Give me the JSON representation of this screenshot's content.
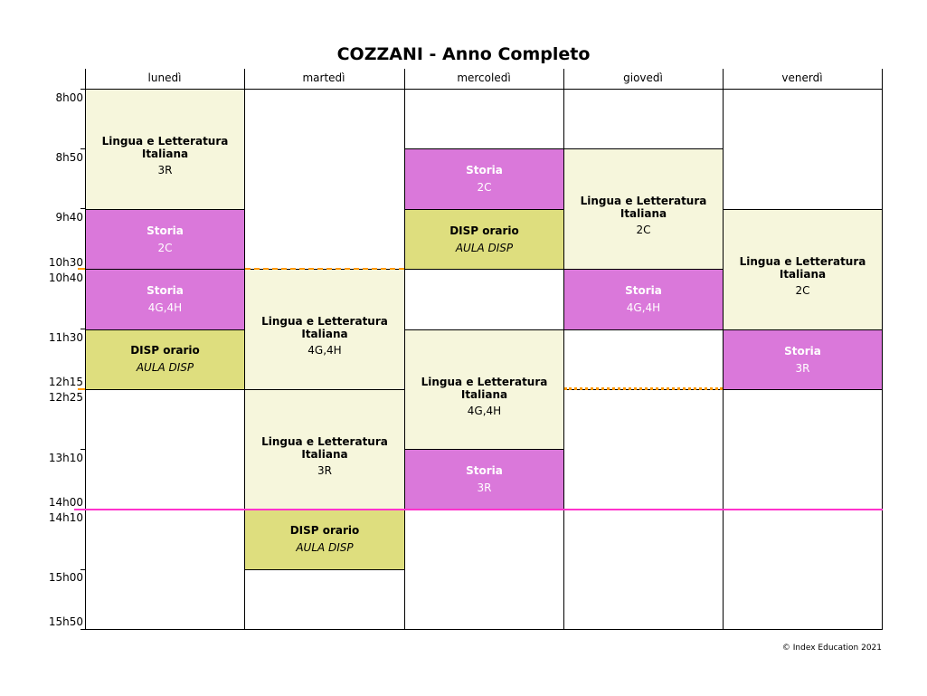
{
  "title": "COZZANI - Anno Completo",
  "days": [
    "lunedì",
    "martedì",
    "mercoledì",
    "giovedì",
    "venerdì"
  ],
  "times": [
    "8h00",
    "8h50",
    "9h40",
    "10h30",
    "10h40",
    "11h30",
    "12h15",
    "12h25",
    "13h10",
    "14h00",
    "14h10",
    "15h00",
    "15h50"
  ],
  "colors": {
    "lingua": "#f6f6dc",
    "storia": "#da78da",
    "disp": "#dede7e",
    "storia_text": "#ffffff"
  },
  "lessons": {
    "mon": [
      {
        "subject": "Lingua e Letteratura Italiana",
        "class": "3R"
      },
      {
        "subject": "Storia",
        "class": "2C"
      },
      {
        "subject": "Storia",
        "class": "4G,4H"
      },
      {
        "subject": "DISP orario",
        "class": "AULA DISP"
      }
    ],
    "tue": [
      {
        "subject": "Lingua e Letteratura Italiana",
        "class": "4G,4H"
      },
      {
        "subject": "Lingua e Letteratura Italiana",
        "class": "3R"
      },
      {
        "subject": "DISP orario",
        "class": "AULA DISP"
      }
    ],
    "wed": [
      {
        "subject": "Storia",
        "class": "2C"
      },
      {
        "subject": "DISP orario",
        "class": "AULA DISP"
      },
      {
        "subject": "Lingua e Letteratura Italiana",
        "class": "4G,4H"
      },
      {
        "subject": "Storia",
        "class": "3R"
      }
    ],
    "thu": [
      {
        "subject": "Lingua e Letteratura Italiana",
        "class": "2C"
      },
      {
        "subject": "Storia",
        "class": "4G,4H"
      }
    ],
    "fri": [
      {
        "subject": "Lingua e Letteratura Italiana",
        "class": "2C"
      },
      {
        "subject": "Storia",
        "class": "3R"
      }
    ]
  },
  "footer": "© Index Education 2021"
}
